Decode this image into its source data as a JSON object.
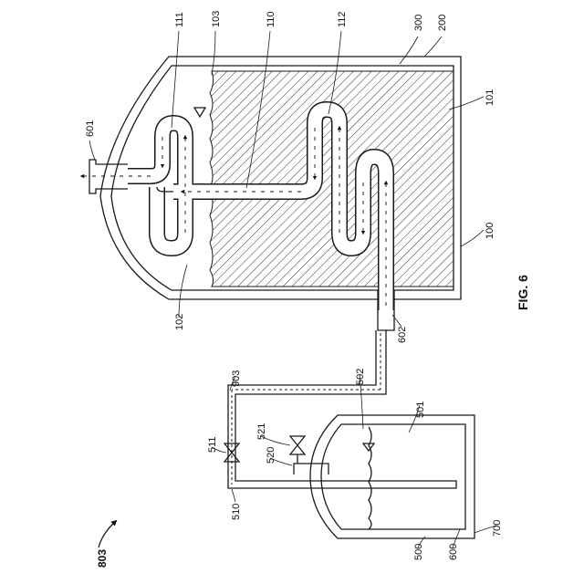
{
  "figure_label": "FIG. 6",
  "figure_ref": "803",
  "labels": {
    "l100": "100",
    "l101": "101",
    "l102": "102",
    "l103": "103",
    "l110": "110",
    "l111": "111",
    "l112": "112",
    "l200": "200",
    "l300": "300",
    "l500": "500",
    "l501": "501",
    "l502": "502",
    "l510": "510",
    "l511": "511",
    "l520": "520",
    "l521": "521",
    "l600": "600",
    "l601": "601",
    "l602": "602",
    "l700": "700",
    "l903": "903"
  }
}
